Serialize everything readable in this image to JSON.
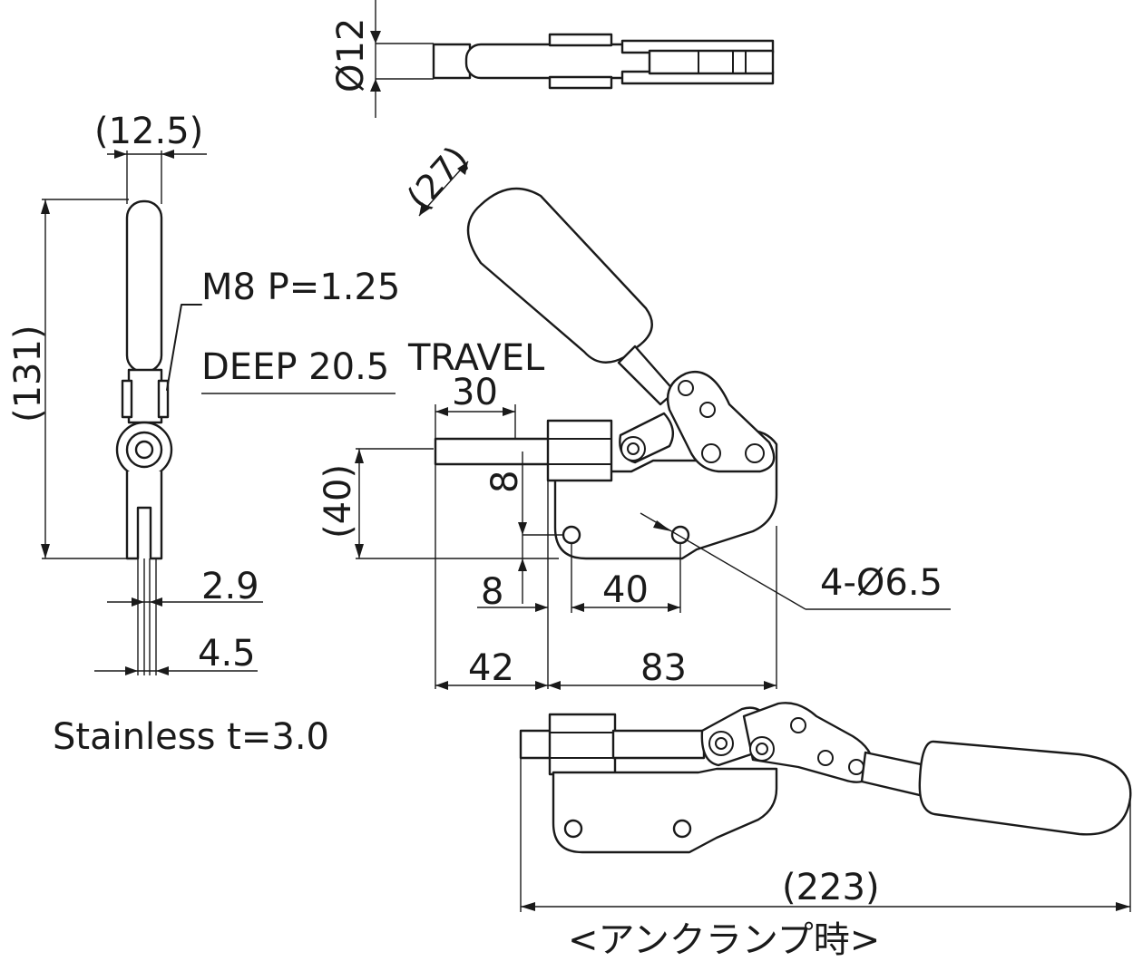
{
  "labels": {
    "dia_12": "Ø12",
    "width_12_5": "(12.5)",
    "height_131": "(131)",
    "thread": "M8 P=1.25",
    "deep": "DEEP 20.5",
    "travel": "TRAVEL",
    "travel_30": "30",
    "dim_27": "(27)",
    "dim_40_vert": "(40)",
    "dim_8_vert": "8",
    "dim_8_horiz": "8",
    "dim_40_horiz": "40",
    "holes": "4-Ø6.5",
    "dim_2_9": "2.9",
    "dim_4_5": "4.5",
    "dim_42": "42",
    "dim_83": "83",
    "material": "Stainless t=3.0",
    "dim_223": "(223)",
    "unclamp_note": "<アンクランプ時>"
  }
}
